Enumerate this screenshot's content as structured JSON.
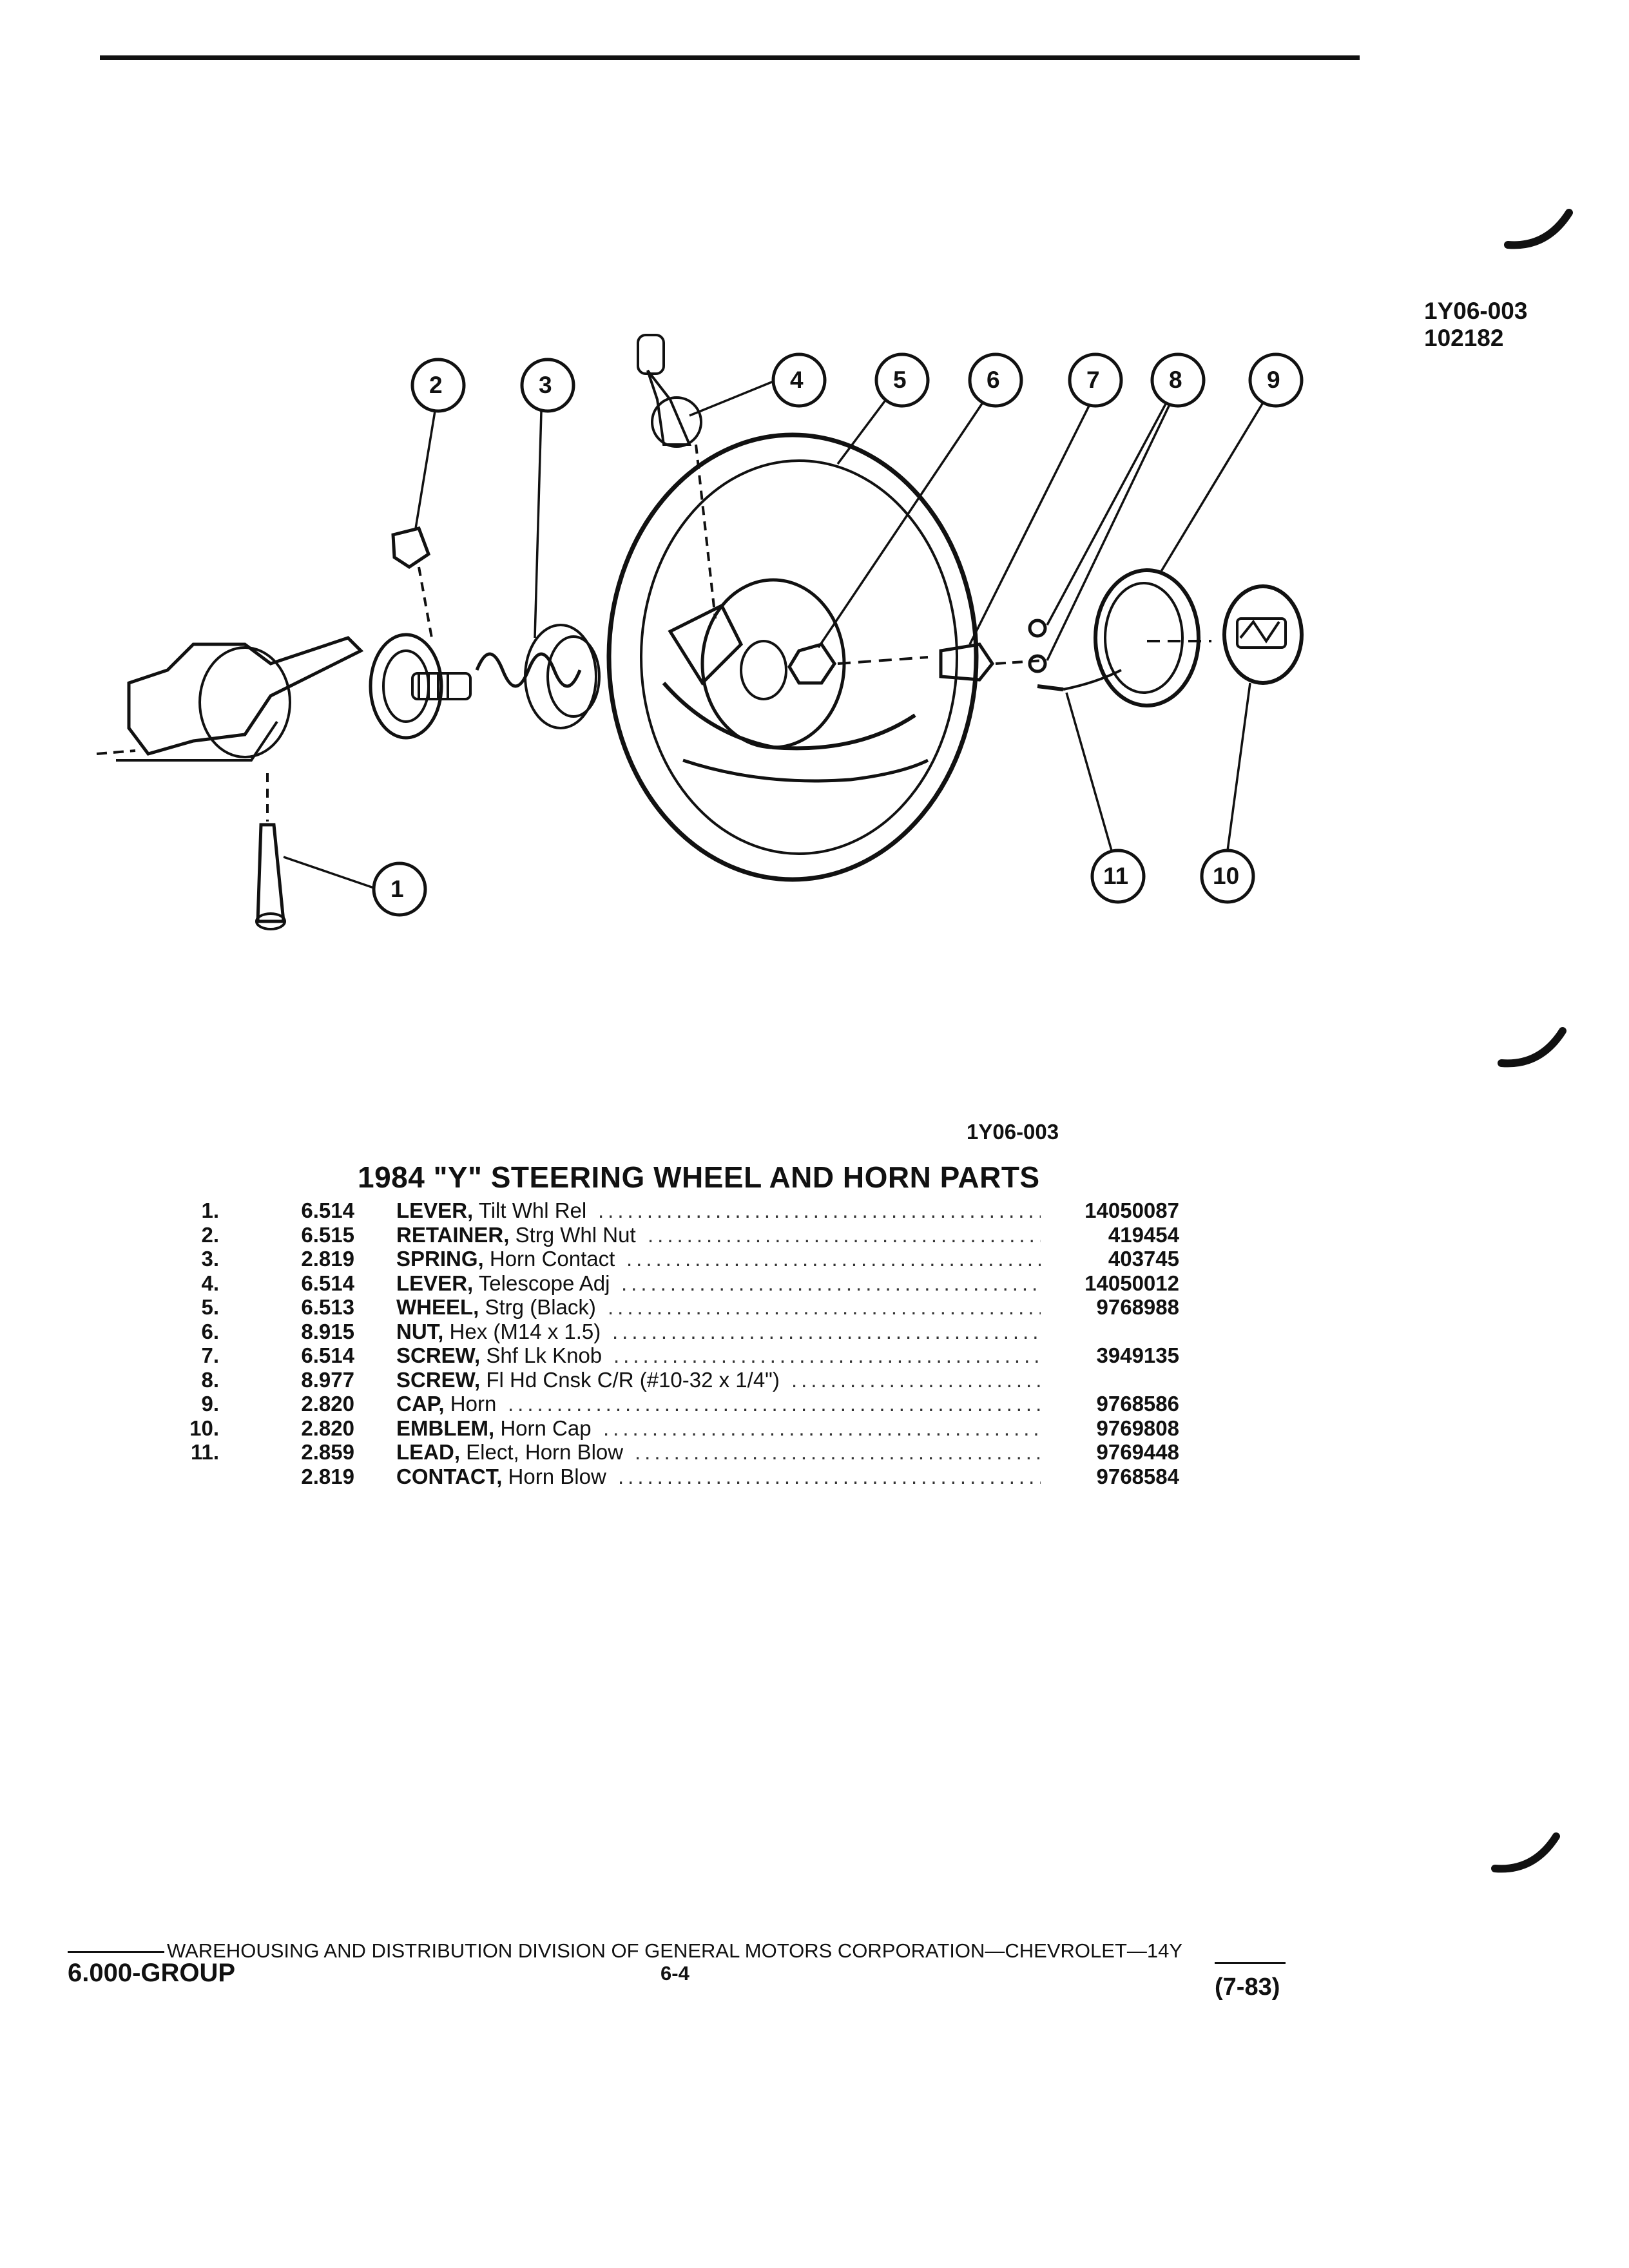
{
  "diagram": {
    "ref_id": "1Y06-003",
    "ref_date": "102182",
    "callouts": [
      "1",
      "2",
      "3",
      "4",
      "5",
      "6",
      "7",
      "8",
      "9",
      "10",
      "11"
    ]
  },
  "figure_caption": "1Y06-003",
  "title": "1984 \"Y\" STEERING WHEEL AND HORN PARTS",
  "parts": [
    {
      "num": "1.",
      "code": "6.514",
      "name": "LEVER,",
      "desc": "Tilt Whl Rel",
      "part": "14050087"
    },
    {
      "num": "2.",
      "code": "6.515",
      "name": "RETAINER,",
      "desc": "Strg Whl Nut",
      "part": "419454"
    },
    {
      "num": "3.",
      "code": "2.819",
      "name": "SPRING,",
      "desc": "Horn Contact",
      "part": "403745"
    },
    {
      "num": "4.",
      "code": "6.514",
      "name": "LEVER,",
      "desc": "Telescope Adj",
      "part": "14050012"
    },
    {
      "num": "5.",
      "code": "6.513",
      "name": "WHEEL,",
      "desc": "Strg (Black)",
      "part": "9768988"
    },
    {
      "num": "6.",
      "code": "8.915",
      "name": "NUT,",
      "desc": "Hex (M14 x 1.5)",
      "part": ""
    },
    {
      "num": "7.",
      "code": "6.514",
      "name": "SCREW,",
      "desc": "Shf Lk Knob",
      "part": "3949135"
    },
    {
      "num": "8.",
      "code": "8.977",
      "name": "SCREW,",
      "desc": "Fl Hd Cnsk C/R (#10-32 x 1/4\")",
      "part": ""
    },
    {
      "num": "9.",
      "code": "2.820",
      "name": "CAP,",
      "desc": "Horn",
      "part": "9768586"
    },
    {
      "num": "10.",
      "code": "2.820",
      "name": "EMBLEM,",
      "desc": "Horn Cap",
      "part": "9769808"
    },
    {
      "num": "11.",
      "code": "2.859",
      "name": "LEAD,",
      "desc": "Elect, Horn Blow",
      "part": "9769448"
    },
    {
      "num": "",
      "code": "2.819",
      "name": "CONTACT,",
      "desc": "Horn Blow",
      "part": "9768584"
    }
  ],
  "footer": {
    "line": "WAREHOUSING AND DISTRIBUTION  DIVISION OF GENERAL MOTORS CORPORATION—CHEVROLET—14Y",
    "group": "6.000-GROUP",
    "page": "6-4",
    "date": "(7-83)"
  }
}
